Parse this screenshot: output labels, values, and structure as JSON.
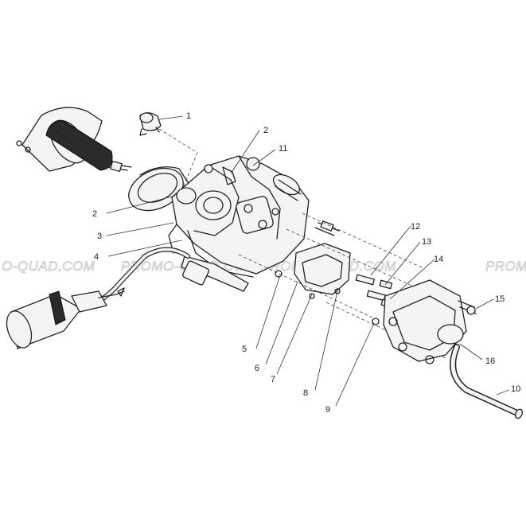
{
  "watermark": {
    "text_left": "O-QUAD.COM",
    "text_center": "PROMO-QUAD.COM PROMO-QUAD.COM",
    "text_right": "PROMO"
  },
  "callouts": [
    {
      "id": "1",
      "label": "1"
    },
    {
      "id": "2a",
      "label": "2"
    },
    {
      "id": "11",
      "label": "11"
    },
    {
      "id": "2b",
      "label": "2"
    },
    {
      "id": "3",
      "label": "3"
    },
    {
      "id": "4",
      "label": "4"
    },
    {
      "id": "12",
      "label": "12"
    },
    {
      "id": "13",
      "label": "13"
    },
    {
      "id": "14",
      "label": "14"
    },
    {
      "id": "15",
      "label": "15"
    },
    {
      "id": "16",
      "label": "16"
    },
    {
      "id": "10",
      "label": "10"
    },
    {
      "id": "5",
      "label": "5"
    },
    {
      "id": "6",
      "label": "6"
    },
    {
      "id": "7",
      "label": "7"
    },
    {
      "id": "8",
      "label": "8"
    },
    {
      "id": "9",
      "label": "9"
    }
  ]
}
